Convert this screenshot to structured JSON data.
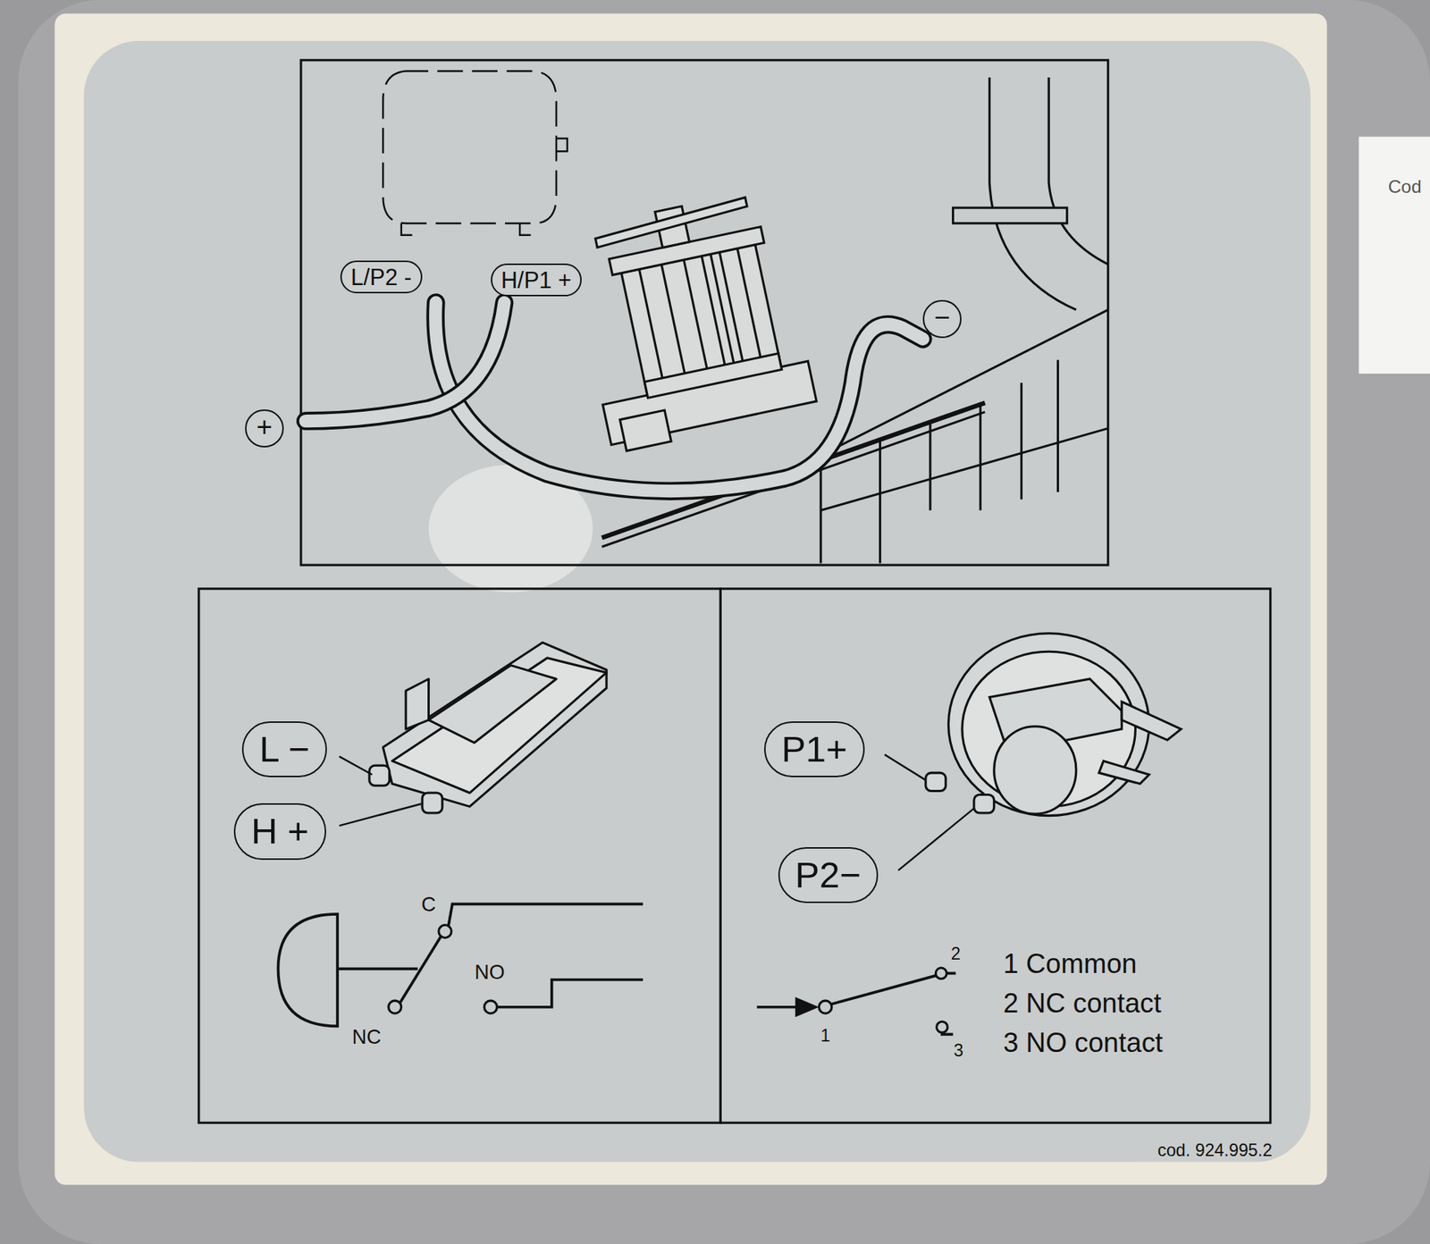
{
  "diagram": {
    "nodes": [
      {
        "text": [
          "L/P2 -"
        ]
      },
      {
        "text": [
          "H/P1 +"
        ]
      },
      {
        "text": [
          "−"
        ]
      },
      {
        "text": [
          "+"
        ]
      },
      {
        "text": [
          "L −"
        ]
      },
      {
        "text": [
          "H +"
        ]
      },
      {
        "text": [
          "P1+"
        ]
      },
      {
        "text": [
          "P2−"
        ]
      }
    ],
    "labels": [
      "C",
      "NO",
      "NC",
      "2",
      "1",
      "3",
      "1 Common",
      "2 NC contact",
      "3 NO contact",
      "cod. 924.995.2",
      "Cod"
    ]
  }
}
